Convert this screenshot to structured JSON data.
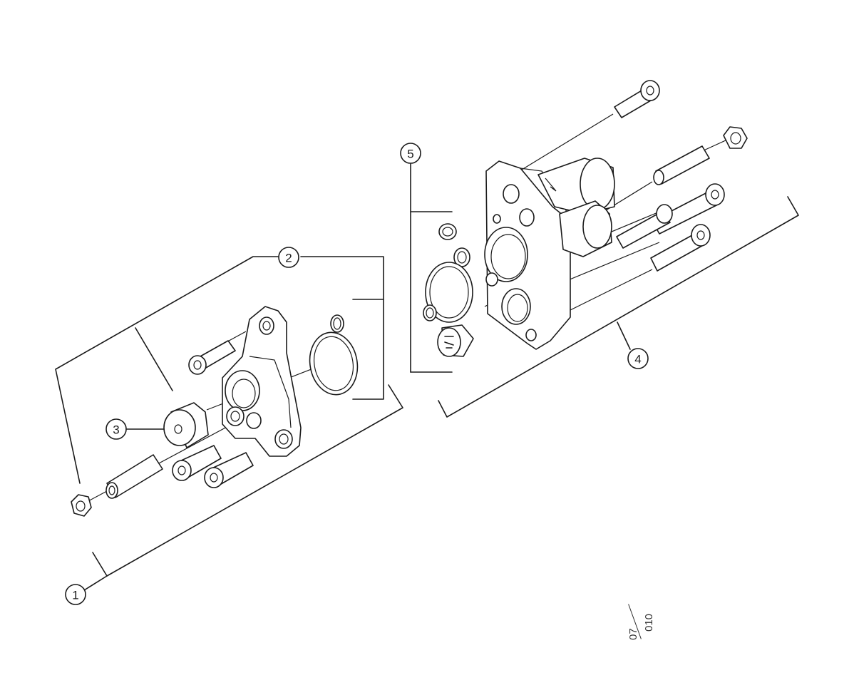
{
  "callouts": [
    {
      "id": "1",
      "label": "1"
    },
    {
      "id": "2",
      "label": "2"
    },
    {
      "id": "3",
      "label": "3"
    },
    {
      "id": "4",
      "label": "4"
    },
    {
      "id": "5",
      "label": "5"
    }
  ],
  "page_ref": {
    "numerator": "07",
    "denominator": "010"
  }
}
